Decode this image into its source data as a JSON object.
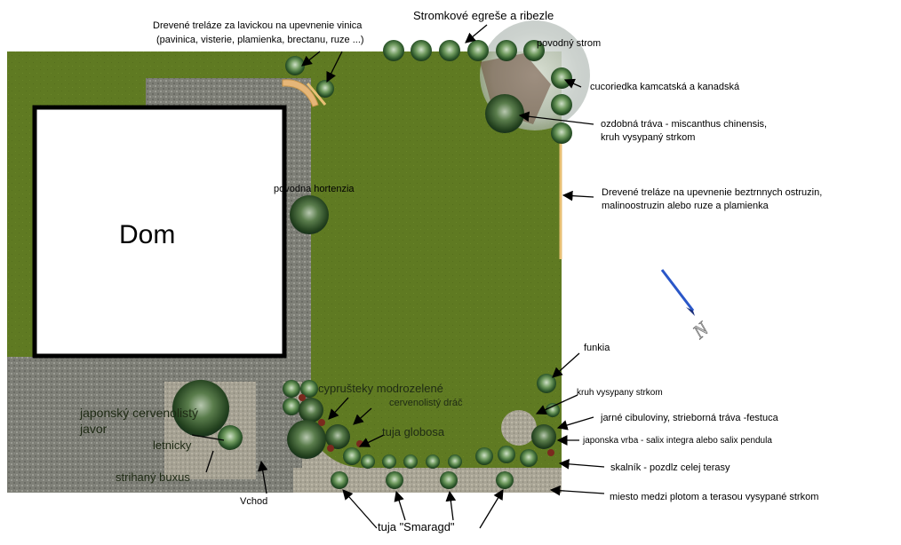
{
  "house_label": "Dom",
  "labels": {
    "trellis_bench_1": "Drevené treláze za lavickou na upevnenie vinica",
    "trellis_bench_2": "(pavinica, visterie, plamienka, brectanu, ruze ...)",
    "currants": "Stromkové egreše a ribezle",
    "original_tree": "povodný strom",
    "blueberry": "cucoriedka kamcatská a kanadská",
    "miscanthus_1": "ozdobná tráva - miscanthus chinensis,",
    "miscanthus_2": "kruh vysypaný strkom",
    "trellis_fence_1": "Drevené treláze na upevnenie beztrnnych ostruzin,",
    "trellis_fence_2": "malinoostruzin alebo ruze a plamienka",
    "hydrangea": "povodna hortenzia",
    "funkia": "funkia",
    "gravel_circle": "kruh vysypany strkom",
    "cypress": "cyprušteky modrozelené",
    "barberry": "cervenolistý dráč",
    "bulbs": "jarné cibuloviny, strieborná tráva -festuca",
    "willow": "japonska vrba - salix integra alebo salix pendula",
    "maple_1": "japonský cervenolistý",
    "maple_2": "javor",
    "annuals": "letnicky",
    "thuja_globosa": "tuja globosa",
    "rockery": "skalník - pozdlz celej terasy",
    "boxwood": "strihaný buxus",
    "gravel_between": "miesto medzi plotom a terasou vysypané strkom",
    "entrance": "Vchod",
    "smaragd": "tuja \"Smaragd\""
  },
  "colors": {
    "lawn": "#5f7a22",
    "paving": "#7f8078",
    "house_fill": "#ffffff",
    "house_border": "#000000",
    "trellis": "#e8c074",
    "north_arrow": "#2a57c8"
  }
}
